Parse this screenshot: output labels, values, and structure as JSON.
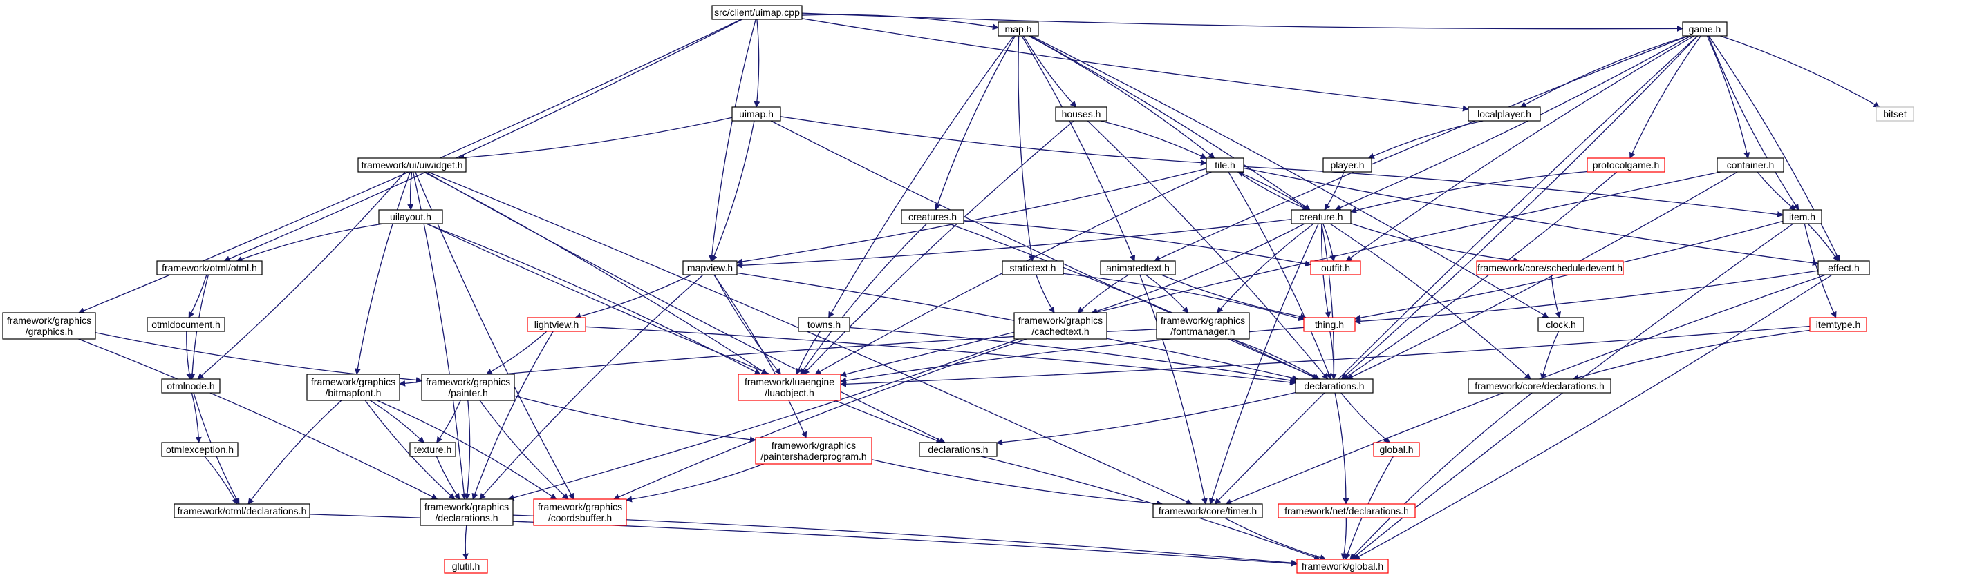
{
  "colors": {
    "edge": "#191970",
    "border_normal": "#000000",
    "border_undocumented": "#ff0000",
    "border_external": "#bfbfbf",
    "root_fill": "#bfbfbf",
    "node_fill": "#ffffff"
  },
  "nodes": {
    "root": {
      "lines": [
        "src/client/uimap.cpp"
      ],
      "kind": "root"
    },
    "map_h": {
      "lines": [
        "map.h"
      ],
      "kind": "normal"
    },
    "game_h": {
      "lines": [
        "game.h"
      ],
      "kind": "normal"
    },
    "uimap_h": {
      "lines": [
        "uimap.h"
      ],
      "kind": "normal"
    },
    "houses_h": {
      "lines": [
        "houses.h"
      ],
      "kind": "normal"
    },
    "localplayer_h": {
      "lines": [
        "localplayer.h"
      ],
      "kind": "normal"
    },
    "bitset": {
      "lines": [
        "bitset"
      ],
      "kind": "external"
    },
    "uiwidget_h": {
      "lines": [
        "framework/ui/uiwidget.h"
      ],
      "kind": "normal"
    },
    "tile_h": {
      "lines": [
        "tile.h"
      ],
      "kind": "normal"
    },
    "player_h": {
      "lines": [
        "player.h"
      ],
      "kind": "normal"
    },
    "protocolgame_h": {
      "lines": [
        "protocolgame.h"
      ],
      "kind": "undocumented"
    },
    "container_h": {
      "lines": [
        "container.h"
      ],
      "kind": "normal"
    },
    "creatures_h": {
      "lines": [
        "creatures.h"
      ],
      "kind": "normal"
    },
    "uilayout_h": {
      "lines": [
        "uilayout.h"
      ],
      "kind": "normal"
    },
    "creature_h": {
      "lines": [
        "creature.h"
      ],
      "kind": "normal"
    },
    "item_h": {
      "lines": [
        "item.h"
      ],
      "kind": "normal"
    },
    "otml_h": {
      "lines": [
        "framework/otml/otml.h"
      ],
      "kind": "normal"
    },
    "mapview_h": {
      "lines": [
        "mapview.h"
      ],
      "kind": "normal"
    },
    "statictext_h": {
      "lines": [
        "statictext.h"
      ],
      "kind": "normal"
    },
    "animatedtext_h": {
      "lines": [
        "animatedtext.h"
      ],
      "kind": "normal"
    },
    "outfit_h": {
      "lines": [
        "outfit.h"
      ],
      "kind": "undocumented"
    },
    "scheduledevent_h": {
      "lines": [
        "framework/core/scheduledevent.h"
      ],
      "kind": "undocumented"
    },
    "effect_h": {
      "lines": [
        "effect.h"
      ],
      "kind": "normal"
    },
    "graphics_h": {
      "lines": [
        "framework/graphics",
        "/graphics.h"
      ],
      "kind": "normal"
    },
    "otmldocument_h": {
      "lines": [
        "otmldocument.h"
      ],
      "kind": "normal"
    },
    "lightview_h": {
      "lines": [
        "lightview.h"
      ],
      "kind": "undocumented"
    },
    "towns_h": {
      "lines": [
        "towns.h"
      ],
      "kind": "normal"
    },
    "cachedtext_h": {
      "lines": [
        "framework/graphics",
        "/cachedtext.h"
      ],
      "kind": "normal"
    },
    "fontmanager_h": {
      "lines": [
        "framework/graphics",
        "/fontmanager.h"
      ],
      "kind": "normal"
    },
    "thing_h": {
      "lines": [
        "thing.h"
      ],
      "kind": "undocumented"
    },
    "clock_h": {
      "lines": [
        "clock.h"
      ],
      "kind": "normal"
    },
    "itemtype_h": {
      "lines": [
        "itemtype.h"
      ],
      "kind": "undocumented"
    },
    "otmlnode_h": {
      "lines": [
        "otmlnode.h"
      ],
      "kind": "normal"
    },
    "bitmapfont_h": {
      "lines": [
        "framework/graphics",
        "/bitmapfont.h"
      ],
      "kind": "normal"
    },
    "painter_h": {
      "lines": [
        "framework/graphics",
        "/painter.h"
      ],
      "kind": "normal"
    },
    "luaobject_h": {
      "lines": [
        "framework/luaengine",
        "/luaobject.h"
      ],
      "kind": "undocumented"
    },
    "declarations_h": {
      "lines": [
        "declarations.h"
      ],
      "kind": "normal"
    },
    "core_declarations_h": {
      "lines": [
        "framework/core/declarations.h"
      ],
      "kind": "normal"
    },
    "otmlexception_h": {
      "lines": [
        "otmlexception.h"
      ],
      "kind": "normal"
    },
    "texture_h": {
      "lines": [
        "texture.h"
      ],
      "kind": "normal"
    },
    "paintershaderprogram_h": {
      "lines": [
        "framework/graphics",
        "/paintershaderprogram.h"
      ],
      "kind": "undocumented"
    },
    "declarations2_h": {
      "lines": [
        "declarations.h"
      ],
      "kind": "normal"
    },
    "global_h": {
      "lines": [
        "global.h"
      ],
      "kind": "undocumented"
    },
    "otml_declarations_h": {
      "lines": [
        "framework/otml/declarations.h"
      ],
      "kind": "normal"
    },
    "graphics_declarations_h": {
      "lines": [
        "framework/graphics",
        "/declarations.h"
      ],
      "kind": "normal"
    },
    "coordsbuffer_h": {
      "lines": [
        "framework/graphics",
        "/coordsbuffer.h"
      ],
      "kind": "undocumented"
    },
    "timer_h": {
      "lines": [
        "framework/core/timer.h"
      ],
      "kind": "normal"
    },
    "net_declarations_h": {
      "lines": [
        "framework/net/declarations.h"
      ],
      "kind": "undocumented"
    },
    "glutil_h": {
      "lines": [
        "glutil.h"
      ],
      "kind": "undocumented"
    },
    "framework_global_h": {
      "lines": [
        "framework/global.h"
      ],
      "kind": "undocumented"
    }
  },
  "edges": [
    [
      "root",
      "map_h"
    ],
    [
      "root",
      "game_h"
    ],
    [
      "root",
      "uimap_h"
    ],
    [
      "root",
      "localplayer_h"
    ],
    [
      "root",
      "otml_h"
    ],
    [
      "root",
      "mapview_h"
    ],
    [
      "root",
      "graphics_h"
    ],
    [
      "map_h",
      "houses_h"
    ],
    [
      "map_h",
      "tile_h"
    ],
    [
      "map_h",
      "creatures_h"
    ],
    [
      "map_h",
      "creature_h"
    ],
    [
      "map_h",
      "statictext_h"
    ],
    [
      "map_h",
      "animatedtext_h"
    ],
    [
      "map_h",
      "towns_h"
    ],
    [
      "map_h",
      "clock_h"
    ],
    [
      "game_h",
      "localplayer_h"
    ],
    [
      "game_h",
      "bitset"
    ],
    [
      "game_h",
      "protocolgame_h"
    ],
    [
      "game_h",
      "container_h"
    ],
    [
      "game_h",
      "item_h"
    ],
    [
      "game_h",
      "creature_h"
    ],
    [
      "game_h",
      "outfit_h"
    ],
    [
      "game_h",
      "effect_h"
    ],
    [
      "game_h",
      "animatedtext_h"
    ],
    [
      "game_h",
      "declarations_h"
    ],
    [
      "game_h",
      "timer_h"
    ],
    [
      "uimap_h",
      "uiwidget_h"
    ],
    [
      "uimap_h",
      "tile_h"
    ],
    [
      "uimap_h",
      "mapview_h"
    ],
    [
      "uimap_h",
      "declarations_h"
    ],
    [
      "houses_h",
      "tile_h"
    ],
    [
      "houses_h",
      "luaobject_h"
    ],
    [
      "houses_h",
      "declarations_h"
    ],
    [
      "localplayer_h",
      "player_h"
    ],
    [
      "player_h",
      "creature_h"
    ],
    [
      "protocolgame_h",
      "creature_h"
    ],
    [
      "protocolgame_h",
      "declarations_h"
    ],
    [
      "uiwidget_h",
      "uilayout_h"
    ],
    [
      "uiwidget_h",
      "otmlnode_h"
    ],
    [
      "uiwidget_h",
      "bitmapfont_h"
    ],
    [
      "uiwidget_h",
      "luaobject_h"
    ],
    [
      "uiwidget_h",
      "declarations2_h"
    ],
    [
      "uiwidget_h",
      "graphics_declarations_h"
    ],
    [
      "uiwidget_h",
      "coordsbuffer_h"
    ],
    [
      "uiwidget_h",
      "timer_h"
    ],
    [
      "tile_h",
      "creature_h"
    ],
    [
      "tile_h",
      "item_h"
    ],
    [
      "tile_h",
      "effect_h"
    ],
    [
      "tile_h",
      "mapview_h"
    ],
    [
      "tile_h",
      "luaobject_h"
    ],
    [
      "tile_h",
      "declarations_h"
    ],
    [
      "creature_h",
      "tile_h"
    ],
    [
      "creature_h",
      "outfit_h"
    ],
    [
      "creature_h",
      "scheduledevent_h"
    ],
    [
      "creature_h",
      "mapview_h"
    ],
    [
      "creature_h",
      "thing_h"
    ],
    [
      "creature_h",
      "cachedtext_h"
    ],
    [
      "creature_h",
      "fontmanager_h"
    ],
    [
      "creature_h",
      "core_declarations_h"
    ],
    [
      "creature_h",
      "timer_h"
    ],
    [
      "creature_h",
      "declarations_h"
    ],
    [
      "container_h",
      "item_h"
    ],
    [
      "container_h",
      "declarations_h"
    ],
    [
      "container_h",
      "luaobject_h"
    ],
    [
      "item_h",
      "effect_h"
    ],
    [
      "item_h",
      "itemtype_h"
    ],
    [
      "item_h",
      "thing_h"
    ],
    [
      "item_h",
      "framework_global_h"
    ],
    [
      "creatures_h",
      "outfit_h"
    ],
    [
      "creatures_h",
      "luaobject_h"
    ],
    [
      "creatures_h",
      "declarations_h"
    ],
    [
      "uilayout_h",
      "otml_h"
    ],
    [
      "uilayout_h",
      "luaobject_h"
    ],
    [
      "uilayout_h",
      "declarations2_h"
    ],
    [
      "otml_h",
      "otmldocument_h"
    ],
    [
      "otml_h",
      "otmlnode_h"
    ],
    [
      "mapview_h",
      "lightview_h"
    ],
    [
      "mapview_h",
      "luaobject_h"
    ],
    [
      "mapview_h",
      "paintershaderprogram_h"
    ],
    [
      "mapview_h",
      "graphics_declarations_h"
    ],
    [
      "mapview_h",
      "declarations_h"
    ],
    [
      "statictext_h",
      "cachedtext_h"
    ],
    [
      "statictext_h",
      "thing_h"
    ],
    [
      "animatedtext_h",
      "cachedtext_h"
    ],
    [
      "animatedtext_h",
      "fontmanager_h"
    ],
    [
      "animatedtext_h",
      "thing_h"
    ],
    [
      "animatedtext_h",
      "timer_h"
    ],
    [
      "scheduledevent_h",
      "clock_h"
    ],
    [
      "effect_h",
      "thing_h"
    ],
    [
      "effect_h",
      "timer_h"
    ],
    [
      "effect_h",
      "framework_global_h"
    ],
    [
      "graphics_h",
      "painter_h"
    ],
    [
      "graphics_h",
      "graphics_declarations_h"
    ],
    [
      "otmldocument_h",
      "otmlnode_h"
    ],
    [
      "lightview_h",
      "painter_h"
    ],
    [
      "lightview_h",
      "graphics_declarations_h"
    ],
    [
      "lightview_h",
      "declarations_h"
    ],
    [
      "towns_h",
      "luaobject_h"
    ],
    [
      "towns_h",
      "declarations_h"
    ],
    [
      "cachedtext_h",
      "coordsbuffer_h"
    ],
    [
      "cachedtext_h",
      "graphics_declarations_h"
    ],
    [
      "fontmanager_h",
      "bitmapfont_h"
    ],
    [
      "fontmanager_h",
      "declarations_h"
    ],
    [
      "thing_h",
      "luaobject_h"
    ],
    [
      "thing_h",
      "declarations_h"
    ],
    [
      "clock_h",
      "core_declarations_h"
    ],
    [
      "itemtype_h",
      "luaobject_h"
    ],
    [
      "itemtype_h",
      "core_declarations_h"
    ],
    [
      "otmlnode_h",
      "otmlexception_h"
    ],
    [
      "otmlnode_h",
      "otml_declarations_h"
    ],
    [
      "bitmapfont_h",
      "texture_h"
    ],
    [
      "bitmapfont_h",
      "graphics_declarations_h"
    ],
    [
      "bitmapfont_h",
      "coordsbuffer_h"
    ],
    [
      "bitmapfont_h",
      "otml_declarations_h"
    ],
    [
      "painter_h",
      "texture_h"
    ],
    [
      "painter_h",
      "paintershaderprogram_h"
    ],
    [
      "painter_h",
      "graphics_declarations_h"
    ],
    [
      "painter_h",
      "coordsbuffer_h"
    ],
    [
      "declarations_h",
      "declarations2_h"
    ],
    [
      "declarations_h",
      "global_h"
    ],
    [
      "declarations_h",
      "net_declarations_h"
    ],
    [
      "core_declarations_h",
      "framework_global_h"
    ],
    [
      "otmlexception_h",
      "otml_declarations_h"
    ],
    [
      "texture_h",
      "graphics_declarations_h"
    ],
    [
      "paintershaderprogram_h",
      "coordsbuffer_h"
    ],
    [
      "paintershaderprogram_h",
      "timer_h"
    ],
    [
      "declarations2_h",
      "framework_global_h"
    ],
    [
      "global_h",
      "framework_global_h"
    ],
    [
      "otml_declarations_h",
      "framework_global_h"
    ],
    [
      "graphics_declarations_h",
      "glutil_h"
    ],
    [
      "graphics_declarations_h",
      "framework_global_h"
    ],
    [
      "timer_h",
      "framework_global_h"
    ],
    [
      "net_declarations_h",
      "framework_global_h"
    ]
  ]
}
